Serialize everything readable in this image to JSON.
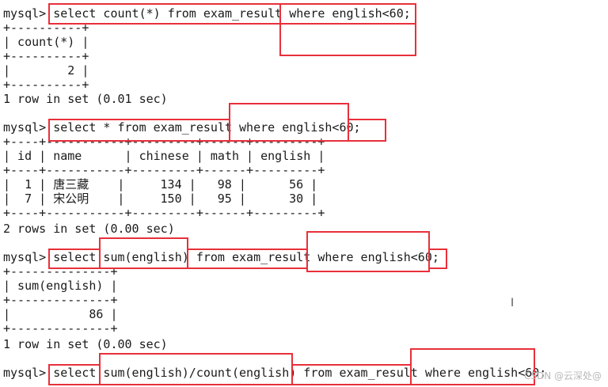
{
  "terminal": {
    "lines": [
      "mysql> select count(*) from exam_result where english<60;",
      "+----------+",
      "| count(*) |",
      "+----------+",
      "|        2 |",
      "+----------+",
      "1 row in set (0.01 sec)",
      "",
      "mysql> select * from exam_result where english<60;",
      "+----+-----------+---------+------+---------+",
      "| id | name      | chinese | math | english |",
      "+----+-----------+---------+------+---------+",
      "|  1 | 唐三藏    |     134 |   98 |      56 |",
      "|  7 | 宋公明    |     150 |   95 |      30 |",
      "+----+-----------+---------+------+---------+",
      "2 rows in set (0.00 sec)",
      "",
      "mysql> select sum(english) from exam_result where english<60;",
      "+--------------+",
      "| sum(english) |",
      "+--------------+",
      "|           86 |",
      "+--------------+",
      "1 row in set (0.00 sec)",
      "",
      "mysql> select sum(english)/count(english) from exam_result where english<60;"
    ]
  },
  "cursor_glyph": "I",
  "watermark": "CSDN @云深处@",
  "highlight_color": "#e8303a"
}
